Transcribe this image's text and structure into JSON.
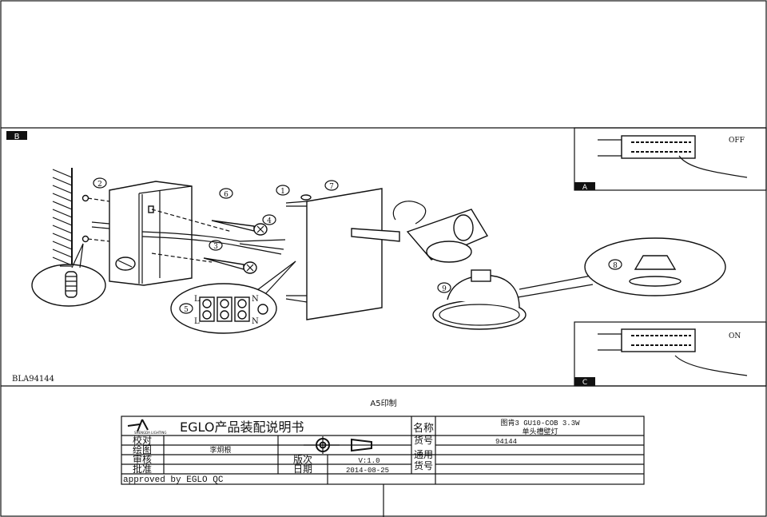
{
  "panels": {
    "main_label": "B",
    "inset_top_label": "A",
    "inset_top_state": "OFF",
    "inset_bottom_label": "C",
    "inset_bottom_state": "ON",
    "model_code": "BLA94144"
  },
  "callouts": [
    "1",
    "2",
    "3",
    "4",
    "5",
    "6",
    "7",
    "8",
    "9"
  ],
  "terminal_labels": {
    "left_top": "L",
    "left_bottom": "L",
    "right_top": "N",
    "right_bottom": "N"
  },
  "print_size": "A5印制",
  "title_block": {
    "brand_logo_text": "SHENGDA LIGHTING",
    "title": "EGLO产品装配说明书",
    "name_label": "名称",
    "name_value_line1": "图肯3 GU10-COB 3.3W",
    "name_value_line2": "单头槽壁灯",
    "check_label": "校对",
    "draw_label": "绘图",
    "draw_value": "李炯根",
    "review_label": "审核",
    "approve_label": "批准",
    "version_label": "版次",
    "version_value": "V:1.0",
    "date_label": "日期",
    "date_value": "2014-08-25",
    "item_no_label": "货号",
    "item_no_value": "94144",
    "general_item_label_1": "通用",
    "general_item_label_2": "货号",
    "approved_text": "approved by EGLO QC"
  }
}
